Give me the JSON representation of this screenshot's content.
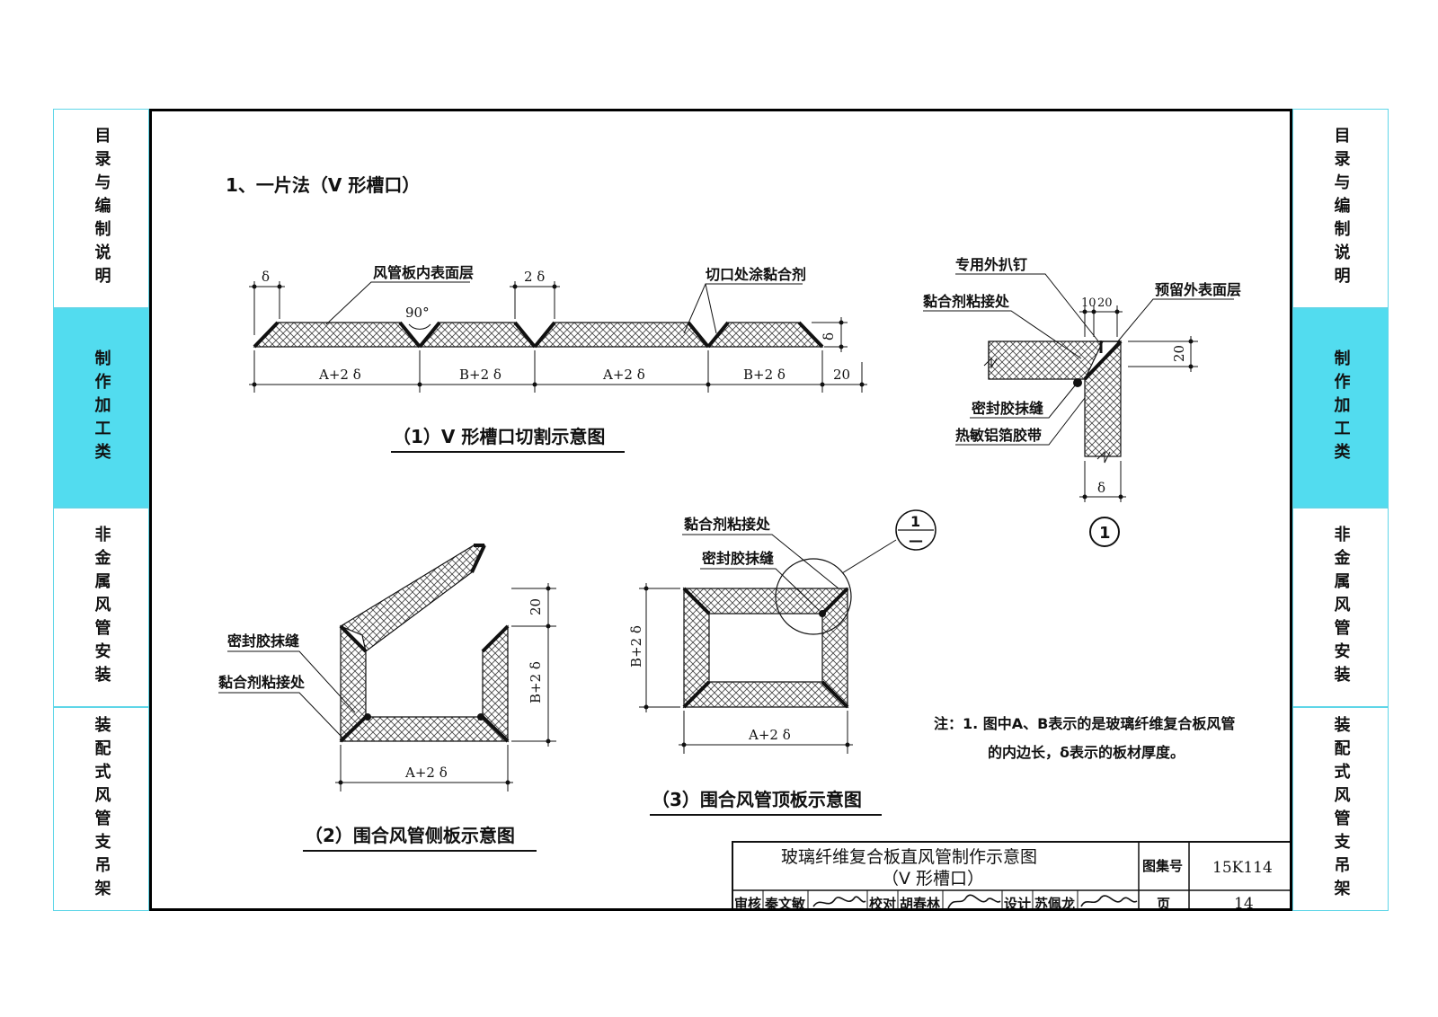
{
  "sidebar": {
    "tabs": [
      {
        "label": "目录与编制说明",
        "active": false
      },
      {
        "label": "制作加工类",
        "active": true
      },
      {
        "label": "非金属风管安装",
        "active": false
      },
      {
        "label": "装配式风管支吊架",
        "active": false
      }
    ],
    "active_color": "#52dcef",
    "border_color": "#5fd6e8"
  },
  "drawing": {
    "section_title": "1、一片法（V 形槽口）",
    "fig1": {
      "caption": "（1）V 形槽口切割示意图",
      "label_inner_surface": "风管板内表面层",
      "label_cut_glue": "切口处涂黏合剂",
      "angle": "90°",
      "dim_delta": "δ",
      "dim_2delta": "2 δ",
      "dim_segments": [
        "A+2 δ",
        "B+2 δ",
        "A+2 δ",
        "B+2 δ",
        "20"
      ]
    },
    "detail1": {
      "label_nail": "专用外扒钉",
      "label_glue_joint": "黏合剂粘接处",
      "label_outer_surface": "预留外表面层",
      "dim_10": "10",
      "dim_20_top": "20",
      "dim_20_side": "20",
      "label_sealant": "密封胶抹缝",
      "label_foil_tape": "热敏铝箔胶带",
      "dim_delta": "δ",
      "marker": "1"
    },
    "fig2": {
      "caption": "（2）围合风管侧板示意图",
      "label_sealant": "密封胶抹缝",
      "label_glue_joint": "黏合剂粘接处",
      "dim_20": "20",
      "dim_b": "B+2 δ",
      "dim_a": "A+2 δ"
    },
    "fig3": {
      "caption": "（3）围合风管顶板示意图",
      "label_glue_joint": "黏合剂粘接处",
      "label_sealant": "密封胶抹缝",
      "dim_b": "B+2 δ",
      "dim_a": "A+2 δ",
      "ref_top": "1",
      "ref_bottom": "—"
    },
    "note_line1": "注：1. 图中A、B表示的是玻璃纤维复合板风管",
    "note_line2": "的内边长，δ表示的板材厚度。"
  },
  "title_block": {
    "title_line1": "玻璃纤维复合板直风管制作示意图",
    "title_line2": "（V 形槽口）",
    "atlas_label": "图集号",
    "atlas_no": "15K114",
    "page_label": "页",
    "page_no": "14",
    "review_label": "审核",
    "reviewer": "秦文敏",
    "check_label": "校对",
    "checker": "胡春林",
    "design_label": "设计",
    "designer": "苏佩龙"
  }
}
